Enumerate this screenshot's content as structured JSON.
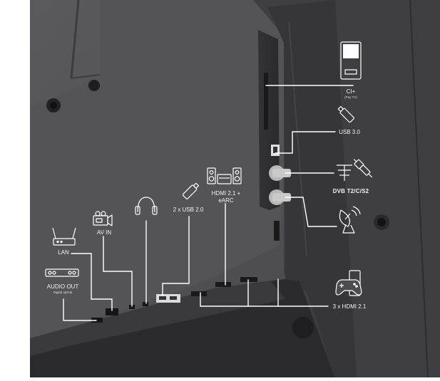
{
  "ports": {
    "ci": {
      "label": "CI+",
      "sublabel": "(Pay TV)",
      "icon": "ci-card-icon"
    },
    "usb3": {
      "label": "USB 3.0",
      "icon": "usb-stick-icon"
    },
    "antenna": {
      "label": "DVB T2/C/S2",
      "icons": [
        "antenna-icon",
        "coax-cable-icon"
      ]
    },
    "satellite": {
      "icon": "satellite-dish-icon"
    },
    "hdmi_earc": {
      "label_line1": "HDMI 2.1 +",
      "label_line2": "eARC",
      "icon": "speaker-system-icon"
    },
    "usb2": {
      "label": "2 x USB 2.0",
      "icon": "usb-stick-icon"
    },
    "headphones": {
      "icon": "headphones-icon"
    },
    "av_in": {
      "label": "AV IN",
      "icon": "camcorder-icon"
    },
    "lan": {
      "label": "LAN",
      "icon": "router-icon"
    },
    "audio_out": {
      "label": "AUDIO OUT",
      "sublabel": "Digital optical",
      "icon": "soundbar-icon"
    },
    "hdmi": {
      "label": "3 x HDMI 2.1",
      "icon": "game-console-icon"
    }
  },
  "colors": {
    "background": "#ffffff",
    "panel": "#4d4d4f",
    "panel_dark": "#2b2b2d",
    "line": "#ffffff",
    "text": "#f2f2f2"
  }
}
